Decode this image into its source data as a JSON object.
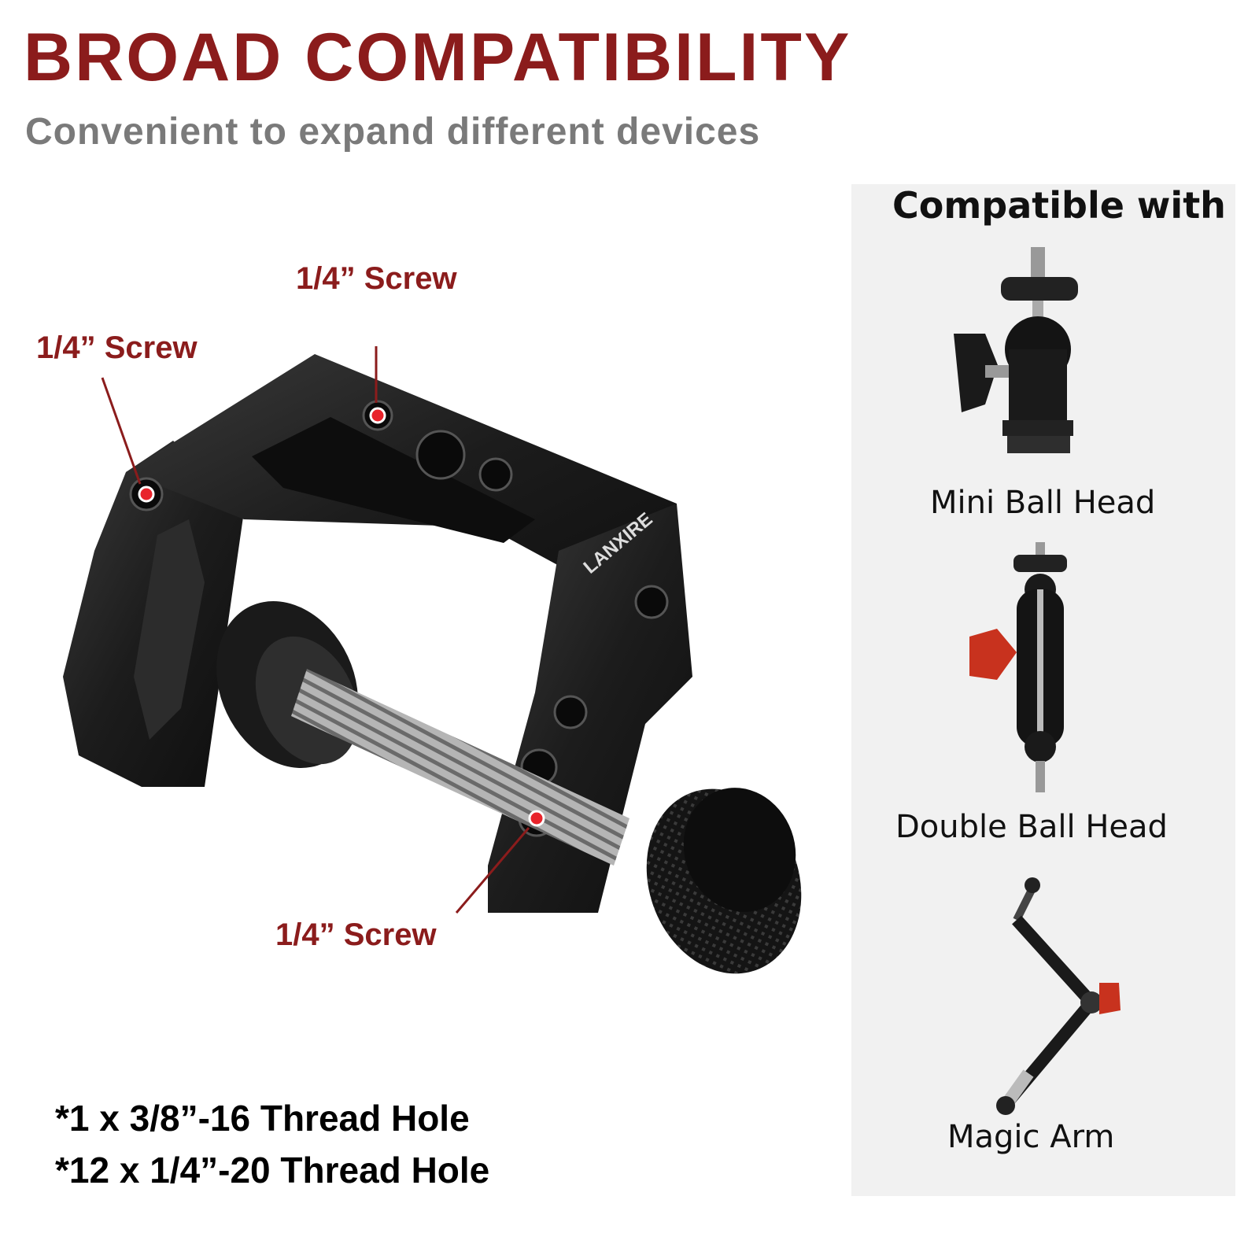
{
  "header": {
    "title": "BROAD COMPATIBILITY",
    "subtitle": "Convenient to expand different devices"
  },
  "product": {
    "brand_mark": "LANXIRE",
    "callouts": [
      {
        "label": "1/4” Screw"
      },
      {
        "label": "1/4” Screw"
      },
      {
        "label": "1/4” Screw"
      }
    ]
  },
  "compatibility": {
    "heading": "Compatible with",
    "items": [
      {
        "label": "Mini Ball Head",
        "icon": "mini-ball-head-icon"
      },
      {
        "label": "Double Ball Head",
        "icon": "double-ball-head-icon"
      },
      {
        "label": "Magic Arm",
        "icon": "magic-arm-icon"
      }
    ]
  },
  "specs": [
    "*1 x 3/8”-16 Thread Hole",
    "*12 x 1/4”-20 Thread Hole"
  ],
  "colors": {
    "accent_red": "#8b1c1c",
    "subtitle_gray": "#7a7a7a",
    "panel_bg": "#f1f1f1",
    "product_black": "#1c1c1c",
    "knob_red": "#c8321e"
  }
}
